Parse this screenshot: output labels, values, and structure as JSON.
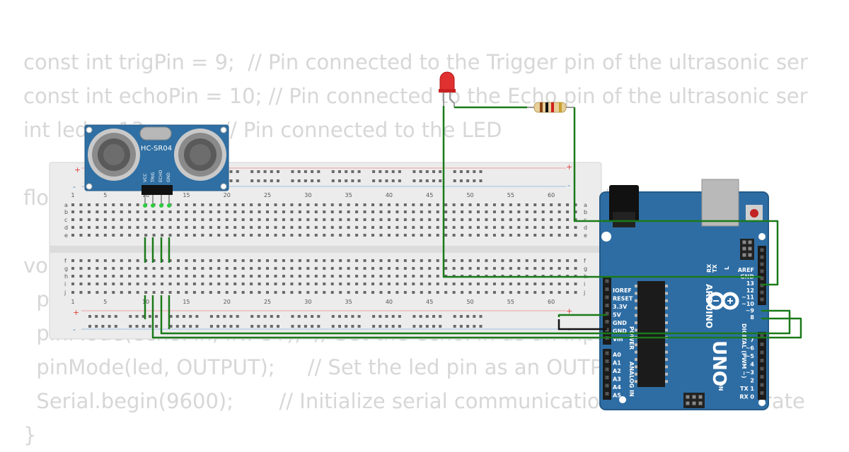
{
  "code": {
    "lines": [
      "const int trigPin = 9;  // Pin connected to the Trigger pin of the ultrasonic ser",
      "const int echoPin = 10; // Pin connected to the Echo pin of the ultrasonic ser",
      "int led = 13;           // Pin connected to the LED",
      "",
      "float duration, distance;  // Variables to store measured dis",
      "",
      "void setup() {",
      "  pinMode(trigPin, OUTPUT);",
      "  pinMode(echoPin, INPUT);  // Set the echoPin as an input",
      "  pinMode(led, OUTPUT);     // Set the led pin as an OUTPUT",
      "  Serial.begin(9600);       // Initialize serial communication at 9600 baud rate",
      "}"
    ]
  },
  "sensor": {
    "model": "HC-SR04",
    "pins": [
      "VCC",
      "TRIG",
      "ECHO",
      "GND"
    ]
  },
  "breadboard": {
    "column_numbers": [
      "1",
      "5",
      "10",
      "15",
      "20",
      "25",
      "30",
      "35",
      "40",
      "45",
      "50",
      "55",
      "60"
    ],
    "rows_top": [
      "a",
      "b",
      "c",
      "d",
      "e"
    ],
    "rows_bottom": [
      "f",
      "g",
      "h",
      "i",
      "j"
    ],
    "rail_plus": "+",
    "rail_minus": "-"
  },
  "arduino": {
    "brand": "ARDUINO",
    "model": "UNO",
    "power_pins": [
      "IOREF",
      "RESET",
      "3.3V",
      "5V",
      "GND",
      "GND",
      "Vin"
    ],
    "power_group": "POWER",
    "analog_pins": [
      "A0",
      "A1",
      "A2",
      "A3",
      "A4",
      "A5"
    ],
    "analog_group": "ANALOG IN",
    "digital_top": [
      "AREF",
      "GND",
      "13",
      "12",
      "~11",
      "~10",
      "~9",
      "8"
    ],
    "digital_bottom": [
      "7",
      "~6",
      "~5",
      "4",
      "~3",
      "2",
      "TX 1",
      "RX 0"
    ],
    "digital_group": "DIGITAL (PWM ~)",
    "leds": [
      "L",
      "TX",
      "RX"
    ],
    "on_label": "ON"
  },
  "colors": {
    "wire": "#1a7a1a",
    "board": "#2e6da4",
    "sensor": "#2f6fa3",
    "breadboard": "#ececec",
    "led": "#e03030",
    "code_text": "#d7d7d7"
  }
}
